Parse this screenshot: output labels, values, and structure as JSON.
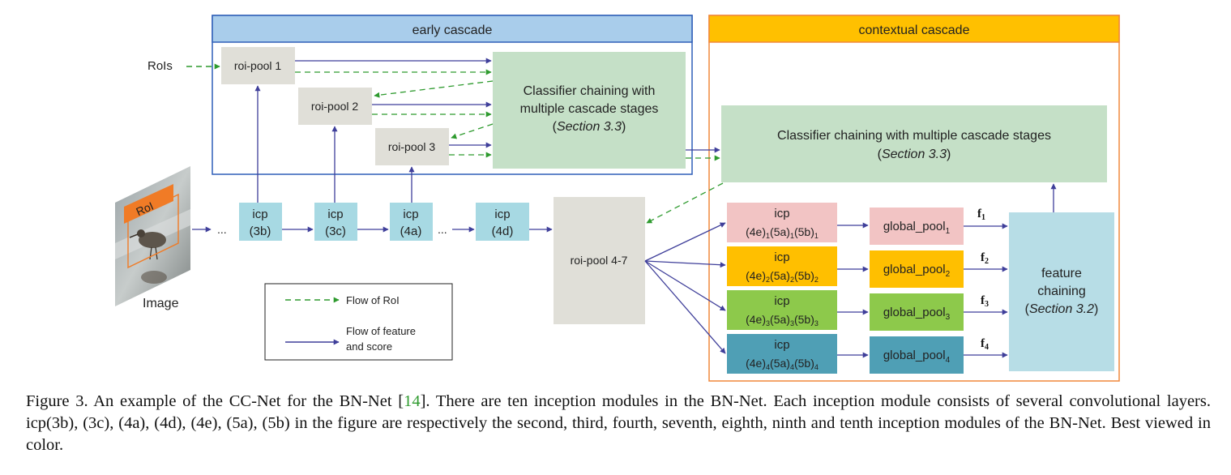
{
  "early_cascade": {
    "title": "early cascade"
  },
  "contextual_cascade": {
    "title": "contextual cascade"
  },
  "rois_label": "RoIs",
  "image_label": "Image",
  "roi_label": "RoI",
  "ellipsis": "...",
  "roi_pools": [
    "roi-pool 1",
    "roi-pool 2",
    "roi-pool 3"
  ],
  "roi_pool_main": "roi-pool 4-7",
  "early_classifier": {
    "line1": "Classifier chaining with",
    "line2": "multiple cascade stages",
    "section": "Section 3.3"
  },
  "context_classifier": {
    "line1": "Classifier chaining with multiple cascade stages",
    "section": "Section 3.3"
  },
  "icp_top": [
    {
      "name": "icp",
      "sub": "(3b)"
    },
    {
      "name": "icp",
      "sub": "(3c)"
    },
    {
      "name": "icp",
      "sub": "(4a)"
    },
    {
      "name": "icp",
      "sub": "(4d)"
    }
  ],
  "context_branches": [
    {
      "icp": "icp",
      "stage_label": "(4e)1(5a)1(5b)1",
      "idx": "1",
      "pool": "global_pool",
      "feature": "f",
      "color": "#f2c4c4"
    },
    {
      "icp": "icp",
      "stage_label": "(4e)2(5a)2(5b)2",
      "idx": "2",
      "pool": "global_pool",
      "feature": "f",
      "color": "#ffbf00"
    },
    {
      "icp": "icp",
      "stage_label": "(4e)3(5a)3(5b)3",
      "idx": "3",
      "pool": "global_pool",
      "feature": "f",
      "color": "#8dc94b"
    },
    {
      "icp": "icp",
      "stage_label": "(4e)4(5a)4(5b)4",
      "idx": "4",
      "pool": "global_pool",
      "feature": "f",
      "color": "#4f9fb5"
    }
  ],
  "feature_chaining": {
    "line1": "feature",
    "line2": "chaining",
    "section": "Section 3.2"
  },
  "legend": {
    "roi_flow": "Flow of RoI",
    "feature_flow_line1": "Flow of feature",
    "feature_flow_line2": "and score"
  },
  "caption": {
    "before_ref": "Figure 3. An example of the CC-Net for the BN-Net [",
    "ref": "14",
    "after_ref": "]. There are ten inception modules in the BN-Net. Each inception module consists of several convolutional layers. icp(3b), (3c), (4a), (4d), (4e), (5a), (5b) in the figure are respectively the second, third, fourth, seventh, eighth, ninth and tenth inception modules of the BN-Net. Best viewed in color."
  },
  "colors": {
    "early_header": "#a9cdeb",
    "early_border": "#2f5fb8",
    "context_header": "#ffc000",
    "context_border": "#f0883c",
    "classifier": "#c5e0c7",
    "roi_pool": "#e0dfd8",
    "icp": "#a7d9e3",
    "feature_chaining": "#b7dde6",
    "feature_arrow": "#3f3f9a",
    "roi_arrow": "#2e9a2e",
    "roi_box": "#f07b26"
  }
}
